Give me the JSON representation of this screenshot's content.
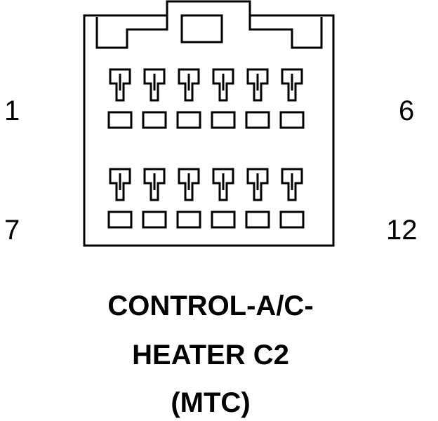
{
  "connector": {
    "pin_labels": {
      "top_left": "1",
      "top_right": "6",
      "bottom_left": "7",
      "bottom_right": "12"
    },
    "rows": 2,
    "pins_per_row": 6,
    "caption": {
      "line1": "CONTROL-A/C-",
      "line2": "HEATER C2",
      "line3": "(MTC)"
    }
  },
  "colors": {
    "ink": "#000000",
    "paper": "#ffffff"
  }
}
